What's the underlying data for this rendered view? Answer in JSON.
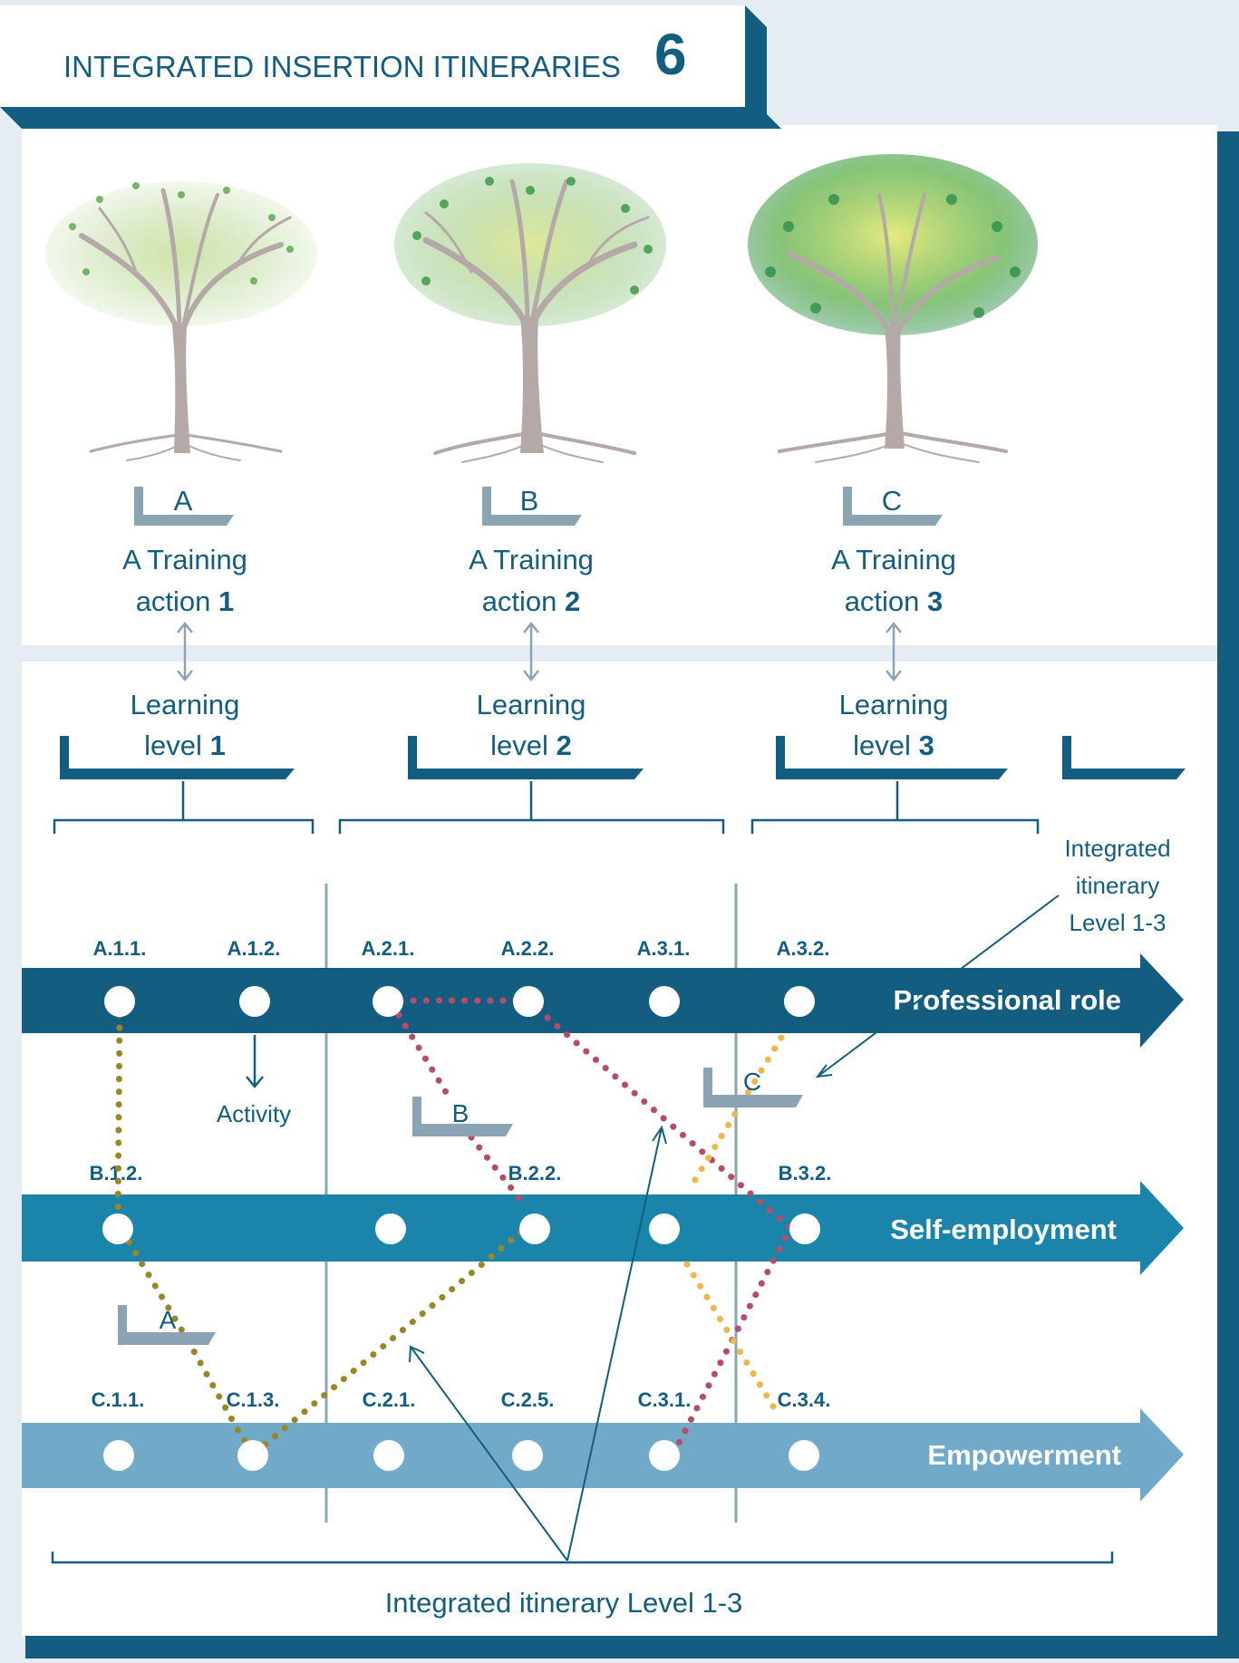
{
  "header": {
    "title": "INTEGRATED INSERTION ITINERARIES",
    "number": "6"
  },
  "trees": [
    {
      "letter": "A",
      "line1": "A Training",
      "line2": "action",
      "num": "1",
      "level_line1": "Learning",
      "level_line2": "level",
      "level_num": "1"
    },
    {
      "letter": "B",
      "line1": "A Training",
      "line2": "action",
      "num": "2",
      "level_line1": "Learning",
      "level_line2": "level",
      "level_num": "2"
    },
    {
      "letter": "C",
      "line1": "A Training",
      "line2": "action",
      "num": "3",
      "level_line1": "Learning",
      "level_line2": "level",
      "level_num": "3"
    }
  ],
  "tracks": [
    {
      "name": "Professional role",
      "color": "#135e80"
    },
    {
      "name": "Self-employment",
      "color": "#1a84aa"
    },
    {
      "name": "Empowerment",
      "color": "#71aac8"
    }
  ],
  "node_labels": {
    "professional": [
      "A.1.1.",
      "A.1.2.",
      "A.2.1.",
      "A.2.2.",
      "A.3.1.",
      "A.3.2."
    ],
    "self_employment": [
      "B.1.2.",
      "B.2.2.",
      "B.3.2."
    ],
    "empowerment": [
      "C.1.1.",
      "C.1.3.",
      "C.2.1.",
      "C.2.5.",
      "C.3.1.",
      "C.3.4."
    ]
  },
  "tags": {
    "a": "A",
    "b": "B",
    "c": "C"
  },
  "activity_label": "Activity",
  "integrated_side": [
    "Integrated",
    "itinerary",
    "Level 1-3"
  ],
  "bottom_label": "Integrated itinerary Level 1-3",
  "colors": {
    "dark_blue": "#135e80",
    "mid_blue": "#1a84aa",
    "light_blue": "#71aac8",
    "path_a": "#9a8624",
    "path_b": "#b44d68",
    "path_c": "#eeb74a",
    "tag_gray": "#8aa4b4"
  }
}
